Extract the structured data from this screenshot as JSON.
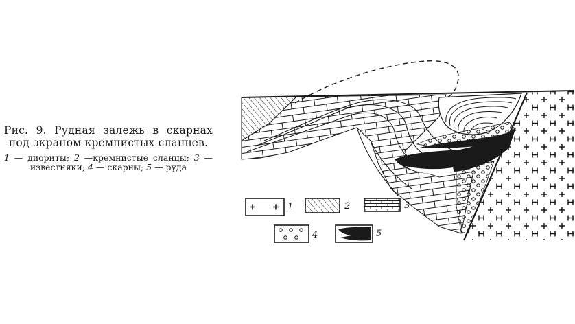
{
  "caption": {
    "title": "Рис. 9. Рудная залежь в скарнах под экраном кремнистых сланцев.",
    "legend_items": [
      {
        "num": "1",
        "text": "— диориты;"
      },
      {
        "num": "2",
        "text": "—кремнистые сланцы;"
      },
      {
        "num": "3",
        "text": "— известняки;"
      },
      {
        "num": "4",
        "text": "— скарны;"
      },
      {
        "num": "5",
        "text": "— руда"
      }
    ]
  },
  "legend_boxes": [
    {
      "num": "1",
      "pattern": "diorite-crosses"
    },
    {
      "num": "2",
      "pattern": "siliceous-shale-hatch"
    },
    {
      "num": "3",
      "pattern": "limestone-bricks"
    },
    {
      "num": "4",
      "pattern": "skarn-circles"
    },
    {
      "num": "5",
      "pattern": "ore-black"
    }
  ],
  "colors": {
    "ink": "#1a1a1a",
    "paper": "#ffffff"
  }
}
